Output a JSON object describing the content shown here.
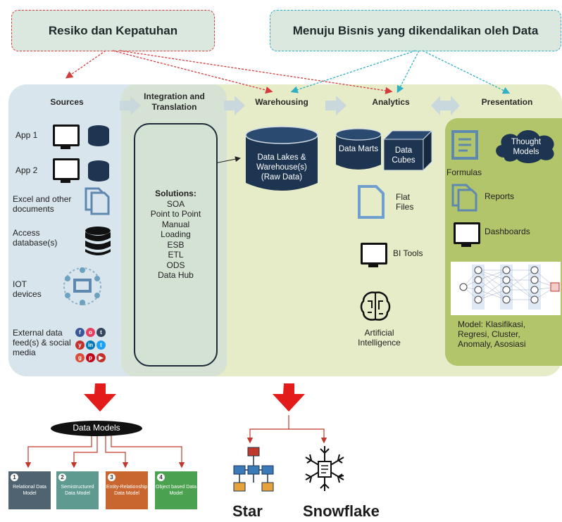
{
  "top": {
    "risk": "Resiko dan Kepatuhan",
    "business": "Menuju Bisnis yang dikendalikan oleh Data"
  },
  "headers": {
    "sources": "Sources",
    "integration": "Integration and\nTranslation",
    "warehousing": "Warehousing",
    "analytics": "Analytics",
    "presentation": "Presentation"
  },
  "sources": {
    "app1": "App 1",
    "app2": "App 2",
    "excel": "Excel and other documents",
    "access": "Access database(s)",
    "iot": "IOT devices",
    "external": "External data feed(s) & social media"
  },
  "integration": {
    "title": "Solutions:",
    "items": [
      "SOA",
      "Point to Point",
      "Manual",
      "Loading",
      "ESB",
      "ETL",
      "ODS",
      "Data Hub"
    ]
  },
  "warehousing": {
    "store": "Data Lakes & Warehouse(s) (Raw Data)"
  },
  "analytics": {
    "marts": "Data Marts",
    "cubes": "Data Cubes",
    "flat": "Flat Files",
    "bi": "BI Tools",
    "ai": "Artificial Intelligence"
  },
  "presentation": {
    "thought": "Thought Models",
    "formulas": "Formulas",
    "reports": "Reports",
    "dashboards": "Dashboards",
    "model": "Model: Klasifikasi, Regresi, Cluster, Anomaly, Asosiasi"
  },
  "data_models": {
    "title": "Data Models",
    "items": [
      {
        "num": "1",
        "label": "Relational Data Model",
        "color": "#4f6470"
      },
      {
        "num": "2",
        "label": "Semistructured Data Model",
        "color": "#5f9a90"
      },
      {
        "num": "3",
        "label": "Entity-Relationship Data Model",
        "color": "#c9662f"
      },
      {
        "num": "4",
        "label": "Object based Data Model",
        "color": "#4aa14f"
      }
    ]
  },
  "schemas": {
    "star": "Star",
    "snowflake": "Snowflake"
  },
  "colors": {
    "risk_border": "#d63b3b",
    "business_border": "#2fb0c4",
    "arrow_red": "#e31b1b",
    "navy": "#1e3552"
  }
}
